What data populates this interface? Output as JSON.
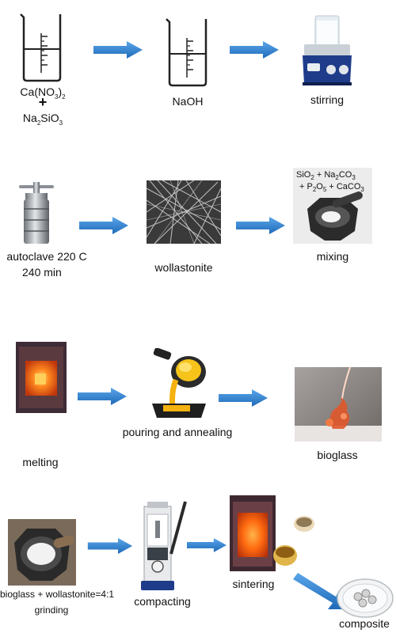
{
  "row1": {
    "beaker1_formula_top": "Ca(NO3)2",
    "beaker1_plus": "+",
    "beaker1_formula_bottom": "Na2SiO3",
    "beaker2_label": "NaOH",
    "stirring_label": "stirring"
  },
  "row2": {
    "autoclave_label_line1": "autoclave 220 C",
    "autoclave_label_line2": "240 min",
    "wollastonite_label": "wollastonite",
    "mixing_label": "mixing",
    "mixing_formula_line1": "SiO2 + Na2CO3",
    "mixing_formula_line2": "+ P2O5 + CaCO3"
  },
  "row3": {
    "melting_label": "melting",
    "pouring_label": "pouring and annealing",
    "bioglass_label": "bioglass"
  },
  "row4": {
    "grinding_label_line1": "bioglass + wollastonite=4:1",
    "grinding_label_line2": "grinding",
    "compacting_label": "compacting",
    "sintering_label": "sintering",
    "composite_label": "composite"
  },
  "colors": {
    "arrow": "#2f7fd0",
    "furnace_glow": "#ff7a1a",
    "bioglass_glow": "#e0572a"
  }
}
